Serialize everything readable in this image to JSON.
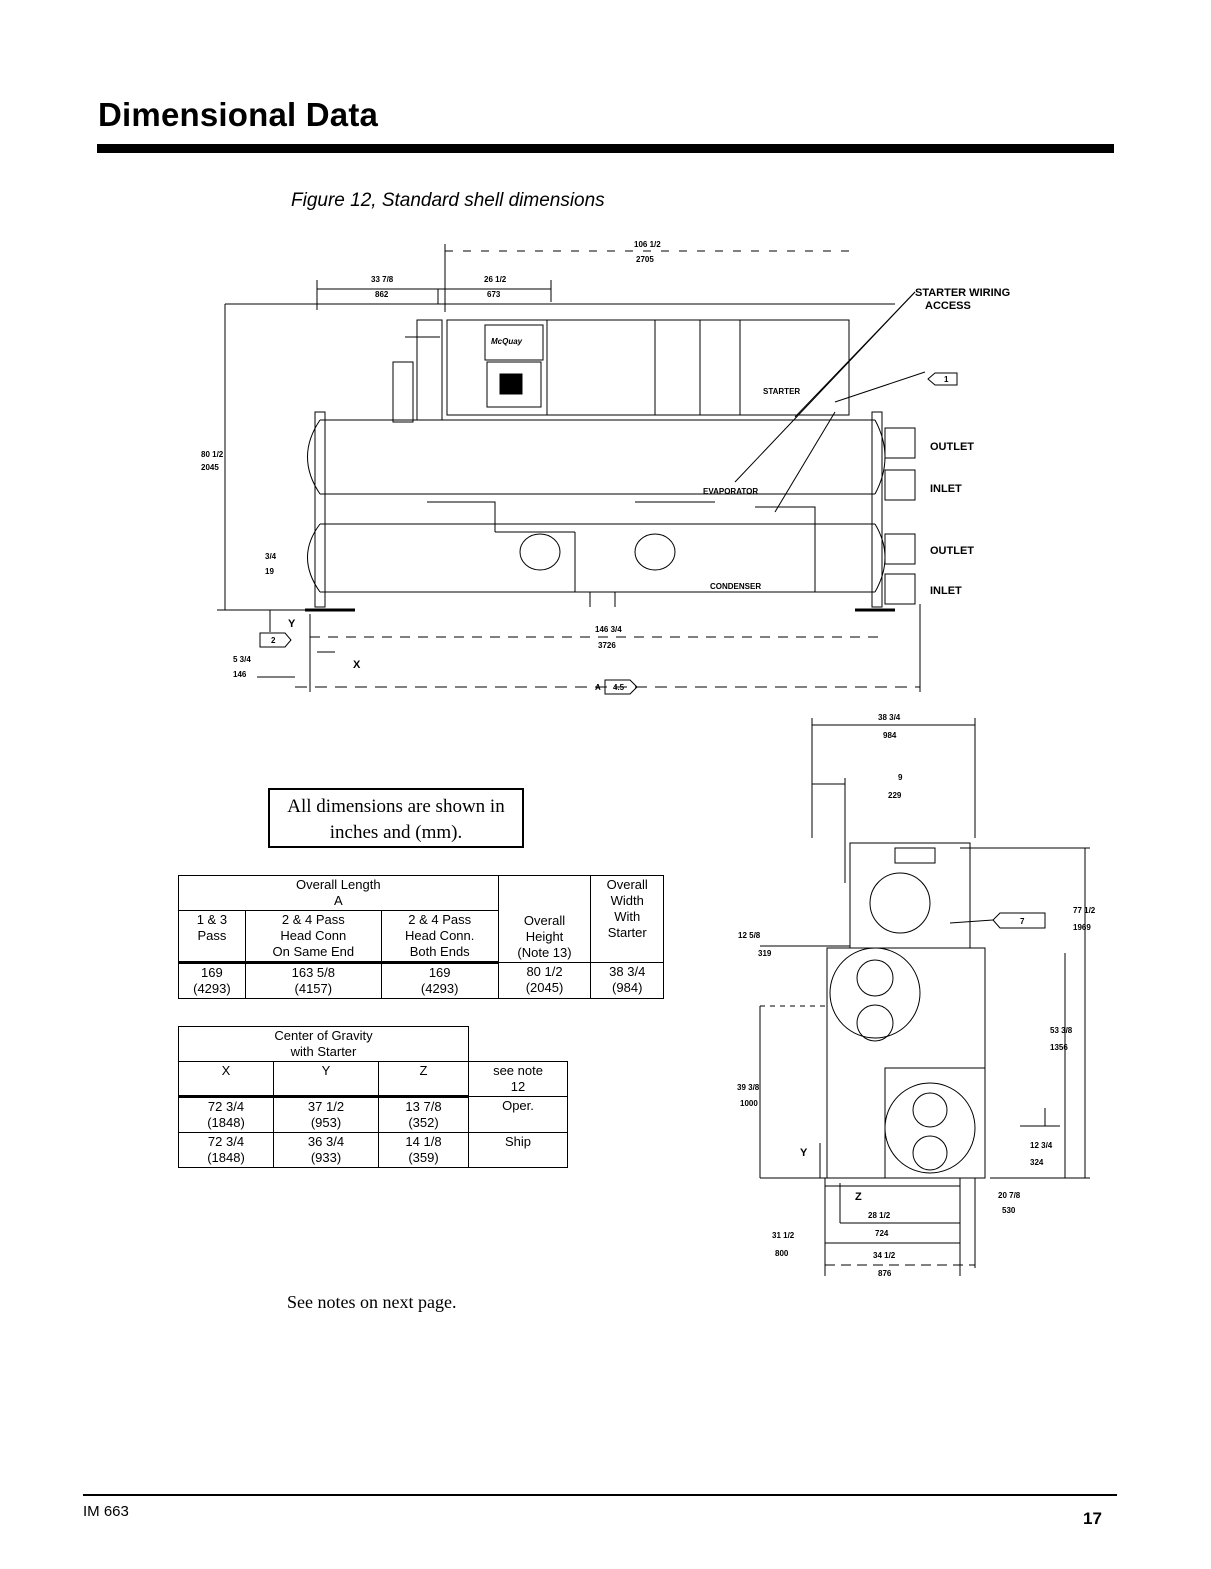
{
  "page": {
    "title": "Dimensional Data",
    "figure_caption": "Figure 12, Standard shell dimensions",
    "dimension_note": "All dimensions are shown in inches and (mm).",
    "see_notes": "See notes on next page.",
    "footer_doc": "IM 663",
    "page_number": "17"
  },
  "side_view": {
    "dim_106_in": "106 1/2",
    "dim_106_mm": "2705",
    "dim_33_in": "33 7/8",
    "dim_33_mm": "862",
    "dim_26_in": "26 1/2",
    "dim_26_mm": "673",
    "height_in": "80 1/2",
    "height_mm": "2045",
    "dim_34_in": "3/4",
    "dim_34_mm": "19",
    "dim_534_in": "5 3/4",
    "dim_534_mm": "146",
    "length_in": "146 3/4",
    "length_mm": "3726",
    "label_a": "A",
    "tag_45": "4.5",
    "tag_1": "1",
    "tag_2": "2",
    "label_y": "Y",
    "label_x": "X",
    "starter_wiring": "STARTER WIRING",
    "access": "ACCESS",
    "outlet_top": "OUTLET",
    "inlet_top": "INLET",
    "outlet_bottom": "OUTLET",
    "inlet_bottom": "INLET",
    "starter": "STARTER",
    "evaporator": "EVAPORATOR",
    "condenser": "CONDENSER",
    "brand": "McQuay"
  },
  "end_view": {
    "width_in": "38 3/4",
    "width_mm": "984",
    "dim_9_in": "9",
    "dim_9_mm": "229",
    "dim_125_in": "12 5/8",
    "dim_125_mm": "319",
    "dim_77_in": "77 1/2",
    "dim_77_mm": "1969",
    "dim_53_in": "53 3/8",
    "dim_53_mm": "1356",
    "dim_39_in": "39 3/8",
    "dim_39_mm": "1000",
    "dim_123_in": "12 3/4",
    "dim_123_mm": "324",
    "dim_20_in": "20 7/8",
    "dim_20_mm": "530",
    "dim_28_in": "28 1/2",
    "dim_28_mm": "724",
    "dim_31_in": "31 1/2",
    "dim_31_mm": "800",
    "dim_34_in": "34 1/2",
    "dim_34_mm": "876",
    "label_y": "Y",
    "label_z": "Z",
    "tag_7": "7"
  },
  "dims_table": {
    "h_overall_length": "Overall Length",
    "h_a": "A",
    "h_overall_height_1": "Overall",
    "h_overall_height_2": "Height",
    "h_overall_height_3": "(Note 13)",
    "h_overall_width_1": "Overall",
    "h_overall_width_2": "Width",
    "h_overall_width_3": "With",
    "h_overall_width_4": "Starter",
    "h_13_1": "1 & 3",
    "h_13_2": "Pass",
    "h_24same_1": "2 & 4 Pass",
    "h_24same_2": "Head Conn",
    "h_24same_3": "On Same End",
    "h_24both_1": "2 & 4 Pass",
    "h_24both_2": "Head Conn.",
    "h_24both_3": "Both Ends",
    "v_13_in": "169",
    "v_13_mm": "(4293)",
    "v_24same_in": "163 5/8",
    "v_24same_mm": "(4157)",
    "v_24both_in": "169",
    "v_24both_mm": "(4293)",
    "v_height_in": "80 1/2",
    "v_height_mm": "(2045)",
    "v_width_in": "38 3/4",
    "v_width_mm": "(984)"
  },
  "cog_table": {
    "h_cog_1": "Center of Gravity",
    "h_cog_2": "with Starter",
    "h_x": "X",
    "h_y": "Y",
    "h_z": "Z",
    "h_note_1": "see note",
    "h_note_2": "12",
    "r1_x_in": "72 3/4",
    "r1_x_mm": "(1848)",
    "r1_y_in": "37 1/2",
    "r1_y_mm": "(953)",
    "r1_z_in": "13 7/8",
    "r1_z_mm": "(352)",
    "r1_label": "Oper.",
    "r2_x_in": "72 3/4",
    "r2_x_mm": "(1848)",
    "r2_y_in": "36 3/4",
    "r2_y_mm": "(933)",
    "r2_z_in": "14 1/8",
    "r2_z_mm": "(359)",
    "r2_label": "Ship"
  }
}
